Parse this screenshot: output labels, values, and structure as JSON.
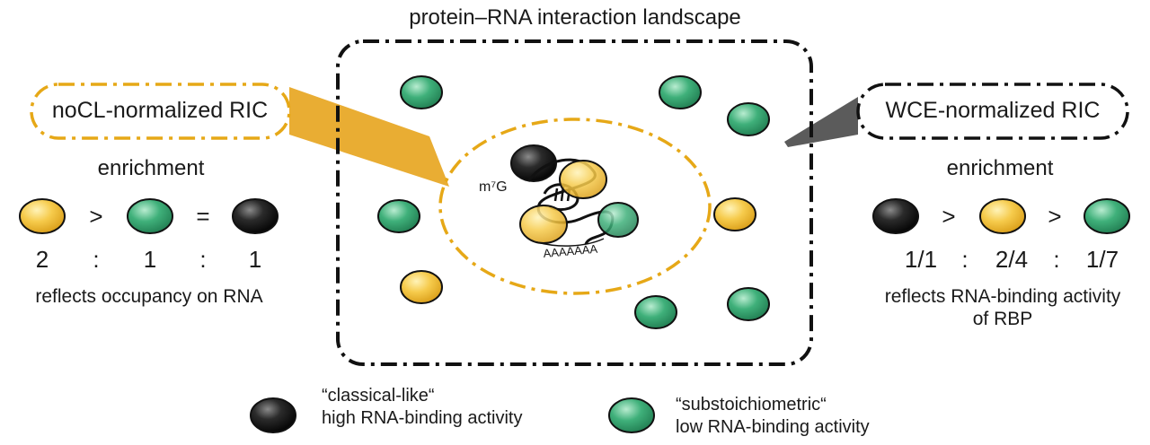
{
  "title": "protein–RNA interaction landscape",
  "left": {
    "method": "noCL-normalized RIC",
    "heading": "enrichment",
    "comparison": [
      ">",
      "="
    ],
    "ratio": [
      "2",
      ":",
      "1",
      ":",
      "1"
    ],
    "caption": "reflects occupancy on RNA"
  },
  "right": {
    "method": "WCE-normalized RIC",
    "heading": "enrichment",
    "comparison": [
      ">",
      ">"
    ],
    "ratio": [
      "1/1",
      ":",
      "2/4",
      ":",
      "1/7"
    ],
    "caption_line1": "reflects RNA-binding activity",
    "caption_line2": "of RBP"
  },
  "rna": {
    "cap": "m⁷G",
    "polya": "AAAAAAA"
  },
  "legend": {
    "classical": {
      "line1": "“classical-like“",
      "line2": "high RNA-binding activity"
    },
    "substoichiometric": {
      "line1": "“substoichiometric“",
      "line2": "low RNA-binding activity"
    }
  },
  "colors": {
    "yellow": "#f5c842",
    "green": "#3daa74",
    "black": "#1c1c1c",
    "gold_outline": "#e6a817",
    "gold_beam": "#e9ad33",
    "grey_beam": "#5b5b5b"
  }
}
